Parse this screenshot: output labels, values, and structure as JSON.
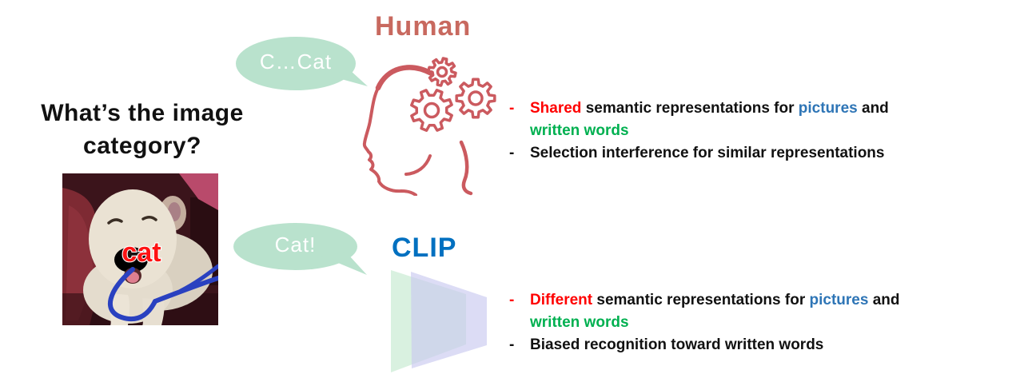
{
  "colors": {
    "red": "#ff0000",
    "green": "#00b050",
    "blue": "#2e75b6",
    "black": "#111111",
    "human_accent": "#c8695f",
    "clip_accent": "#0070c0",
    "bubble_fill": "#b9e2cd",
    "bubble_text": "#ffffff",
    "head_stroke": "#cb5a5f",
    "photo_label_red": "#ff1313"
  },
  "question": {
    "line1": "What’s the image",
    "line2": "category?"
  },
  "photo": {
    "overlay_label": "cat"
  },
  "human": {
    "bubble_text": "C…Cat",
    "title": "Human",
    "bullets": [
      {
        "marker": "-",
        "marker_color": "red",
        "segments": [
          {
            "text": "Shared",
            "color": "red"
          },
          {
            "text": " semantic representations for ",
            "color": "black"
          },
          {
            "text": "pictures",
            "color": "blue"
          },
          {
            "text": " and\n",
            "color": "black"
          },
          {
            "text": "written words",
            "color": "green"
          }
        ]
      },
      {
        "marker": "-",
        "marker_color": "black",
        "segments": [
          {
            "text": "Selection interference for similar representations",
            "color": "black"
          }
        ]
      }
    ]
  },
  "clip": {
    "bubble_text": "Cat!",
    "title": "CLIP",
    "bullets": [
      {
        "marker": "-",
        "marker_color": "red",
        "segments": [
          {
            "text": "Different",
            "color": "red"
          },
          {
            "text": " semantic representations for ",
            "color": "black"
          },
          {
            "text": "pictures",
            "color": "blue"
          },
          {
            "text": " and\n",
            "color": "black"
          },
          {
            "text": "written words",
            "color": "green"
          }
        ]
      },
      {
        "marker": "-",
        "marker_color": "black",
        "segments": [
          {
            "text": "Biased recognition toward written words",
            "color": "black"
          }
        ]
      }
    ]
  }
}
